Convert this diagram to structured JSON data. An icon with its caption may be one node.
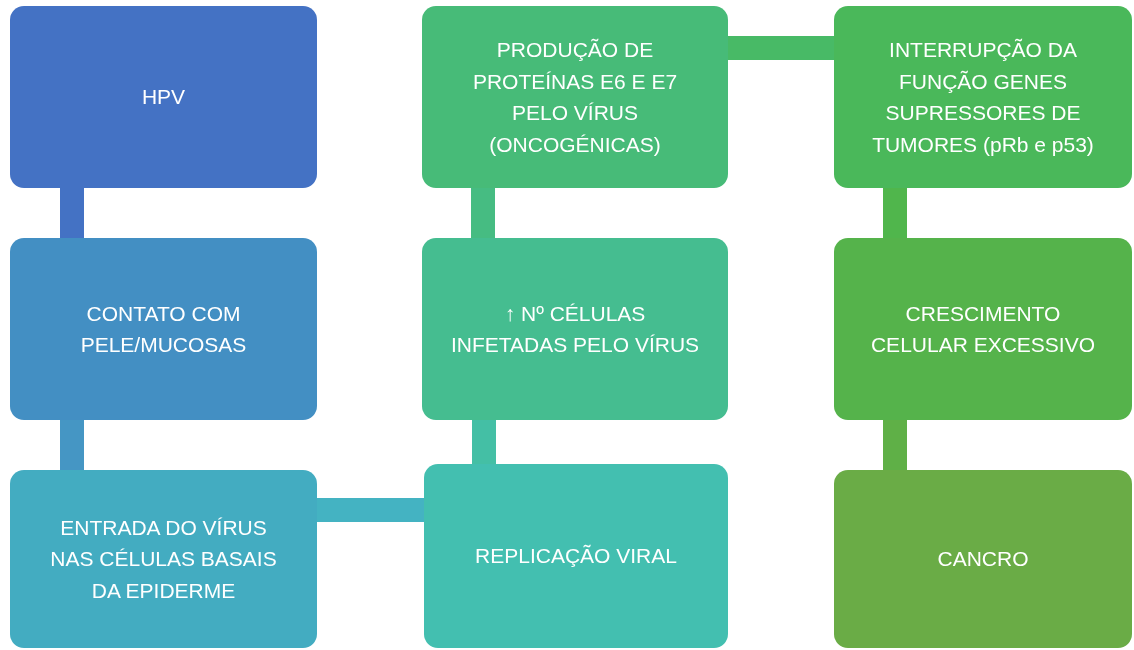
{
  "diagram": {
    "nodes": [
      {
        "text": [
          "HPV"
        ]
      },
      {
        "text": [
          "CONTATO COM PELE/MUCOSAS"
        ]
      },
      {
        "text": [
          "ENTRADA DO VÍRUS NAS CÉLULAS BASAIS DA EPIDERME"
        ]
      },
      {
        "text": [
          "REPLICAÇÃO VIRAL"
        ]
      },
      {
        "text": [
          "↑ Nº CÉLULAS INFETADAS PELO VÍRUS"
        ]
      },
      {
        "text": [
          "PRODUÇÃO DE PROTEÍNAS E6 E E7 PELO VÍRUS (ONCOGÉNICAS)"
        ]
      },
      {
        "text": [
          "INTERRUPÇÃO DA FUNÇÃO GENES SUPRESSORES DE TUMORES (pRb e p53)"
        ]
      },
      {
        "text": [
          "CRESCIMENTO CELULAR EXCESSIVO"
        ]
      },
      {
        "text": [
          "CANCRO"
        ]
      }
    ],
    "edges": [
      {
        "from": 0,
        "to": 1,
        "arrow": "none",
        "color": "#4472c4"
      },
      {
        "from": 1,
        "to": 2,
        "arrow": "none",
        "color": "#4596c4"
      },
      {
        "from": 2,
        "to": 3,
        "arrow": "none",
        "color": "#44b3c2"
      },
      {
        "from": 3,
        "to": 4,
        "arrow": "none",
        "color": "#44bfa5"
      },
      {
        "from": 4,
        "to": 5,
        "arrow": "none",
        "color": "#46bc82"
      },
      {
        "from": 5,
        "to": 6,
        "arrow": "none",
        "color": "#48ba66"
      },
      {
        "from": 6,
        "to": 7,
        "arrow": "none",
        "color": "#50b64c"
      },
      {
        "from": 7,
        "to": 8,
        "arrow": "none",
        "color": "#5fb047"
      }
    ]
  }
}
